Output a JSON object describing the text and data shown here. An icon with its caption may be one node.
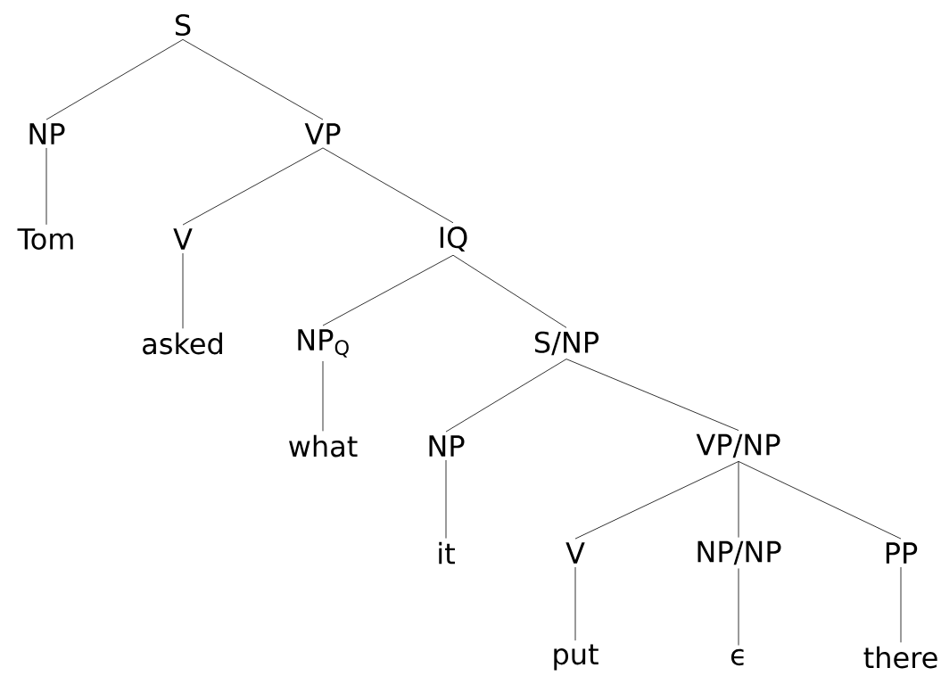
{
  "diagram": {
    "nodes": [
      {
        "text": [
          "S"
        ]
      },
      {
        "text": [
          "NP"
        ]
      },
      {
        "text": [
          "VP"
        ]
      },
      {
        "text": [
          "Tom"
        ]
      },
      {
        "text": [
          "V"
        ]
      },
      {
        "text": [
          "IQ"
        ]
      },
      {
        "text": [
          "asked"
        ]
      },
      {
        "text": [
          "NP$_{Q}$"
        ]
      },
      {
        "text": [
          "S/NP"
        ]
      },
      {
        "text": [
          "what"
        ]
      },
      {
        "text": [
          "NP"
        ]
      },
      {
        "text": [
          "VP/NP"
        ]
      },
      {
        "text": [
          "it"
        ]
      },
      {
        "text": [
          "V"
        ]
      },
      {
        "text": [
          "NP/NP"
        ]
      },
      {
        "text": [
          "PP"
        ]
      },
      {
        "text": [
          "put"
        ]
      },
      {
        "text": [
          "ϵ"
        ]
      },
      {
        "text": [
          "there"
        ]
      }
    ],
    "edges": [
      {
        "from": 0,
        "to": 1,
        "arrow": "none"
      },
      {
        "from": 0,
        "to": 2,
        "arrow": "none"
      },
      {
        "from": 1,
        "to": 3,
        "arrow": "none"
      },
      {
        "from": 2,
        "to": 4,
        "arrow": "none"
      },
      {
        "from": 2,
        "to": 5,
        "arrow": "none"
      },
      {
        "from": 4,
        "to": 6,
        "arrow": "none"
      },
      {
        "from": 5,
        "to": 7,
        "arrow": "none"
      },
      {
        "from": 5,
        "to": 8,
        "arrow": "none"
      },
      {
        "from": 7,
        "to": 9,
        "arrow": "none"
      },
      {
        "from": 8,
        "to": 10,
        "arrow": "none"
      },
      {
        "from": 8,
        "to": 11,
        "arrow": "none"
      },
      {
        "from": 10,
        "to": 12,
        "arrow": "none"
      },
      {
        "from": 11,
        "to": 13,
        "arrow": "none"
      },
      {
        "from": 11,
        "to": 14,
        "arrow": "none"
      },
      {
        "from": 11,
        "to": 15,
        "arrow": "none"
      },
      {
        "from": 13,
        "to": 16,
        "arrow": "none"
      },
      {
        "from": 14,
        "to": 17,
        "arrow": "none"
      },
      {
        "from": 15,
        "to": 18,
        "arrow": "none"
      }
    ]
  }
}
